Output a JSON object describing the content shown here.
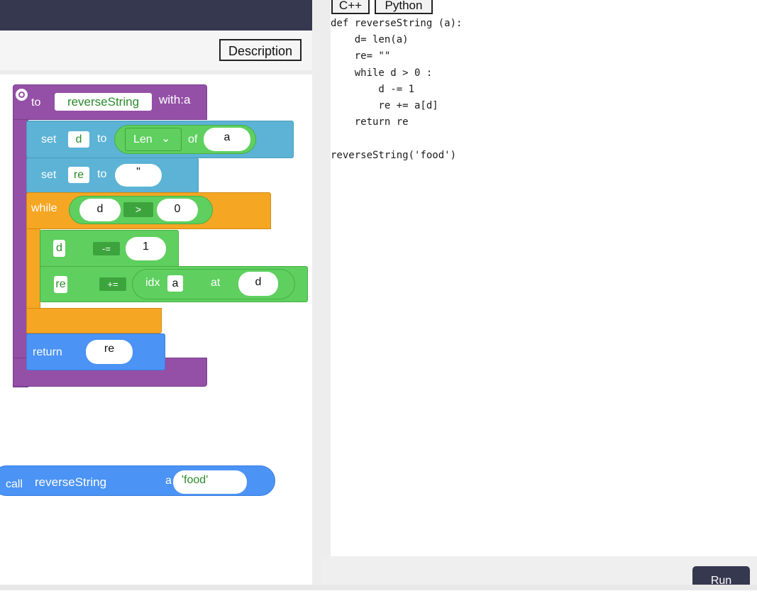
{
  "toolbar": {
    "description_label": "Description"
  },
  "languages": {
    "cpp_label": "C++",
    "python_label": "Python"
  },
  "code": {
    "lines": [
      "def reverseString (a):",
      "    d= len(a)",
      "    re= \"\"",
      "    while d > 0 :",
      "        d -= 1",
      "        re += a[d]",
      "    return re",
      "",
      "reverseString('food')"
    ]
  },
  "run_label": "Run",
  "blocks": {
    "func_to": "to",
    "func_name": "reverseString",
    "func_with": "with:a",
    "set1_set": "set",
    "set1_var": "d",
    "set1_to": "to",
    "len_dropdown": "Len",
    "len_of": "of",
    "len_arg": "a",
    "set2_set": "set",
    "set2_var": "re",
    "set2_to": "to",
    "set2_value": "\"",
    "while_label": "while",
    "while_left": "d",
    "while_op": ">",
    "while_right": "0",
    "dec_var": "d",
    "dec_op": "-=",
    "dec_value": "1",
    "app_var": "re",
    "app_op": "+=",
    "idx_label": "idx",
    "idx_var": "a",
    "idx_at": "at",
    "idx_value": "d",
    "return_label": "return",
    "return_value": "re",
    "call_label": "call",
    "call_name": "reverseString",
    "call_param": "a",
    "call_arg": "'food'"
  }
}
